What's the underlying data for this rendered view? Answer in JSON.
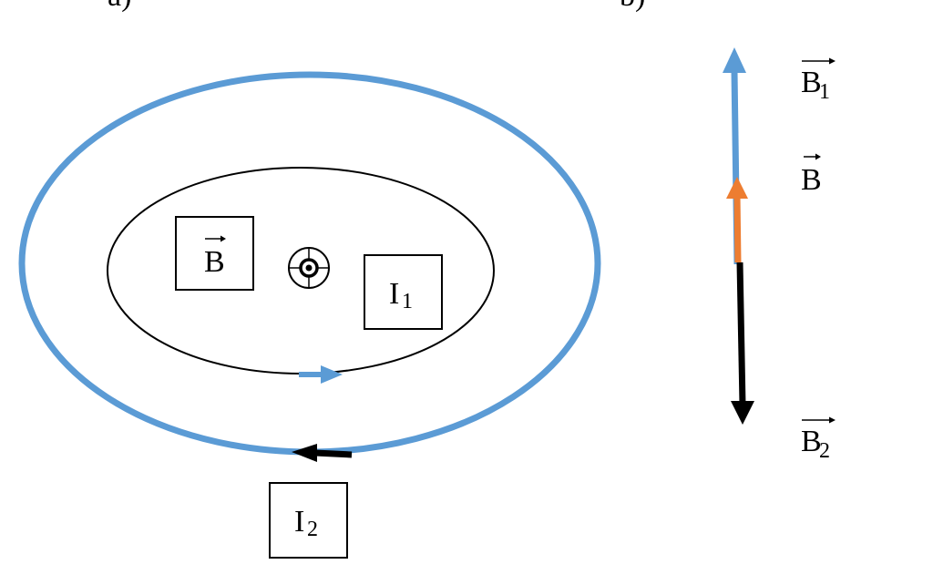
{
  "corner_labels": {
    "left": "a)",
    "right": "b)"
  },
  "left_figure": {
    "field_label": "B",
    "inner_current_label": "I",
    "inner_current_sub": "1",
    "outer_current_label": "I",
    "outer_current_sub": "2",
    "outer_loop_color": "#5b9bd5",
    "inner_loop_color": "#000000",
    "current_arrow_colors": {
      "inner": "#5b9bd5",
      "outer": "#000000"
    }
  },
  "right_figure": {
    "b1_label": "B",
    "b1_sub": "1",
    "b_label": "B",
    "b2_label": "B",
    "b2_sub": "2",
    "b1_color": "#5b9bd5",
    "b_color": "#ed7d31",
    "b2_color": "#000000"
  }
}
